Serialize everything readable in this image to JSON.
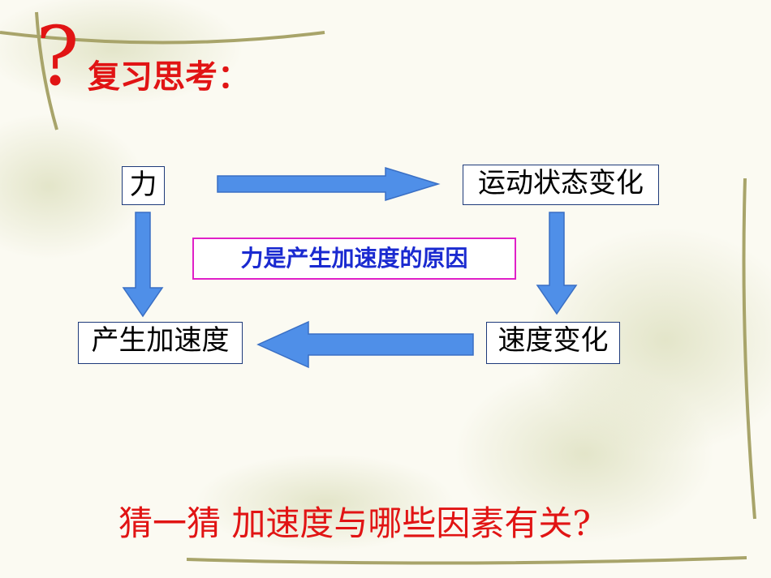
{
  "header": {
    "question_mark": "?",
    "title": "复习思考："
  },
  "diagram": {
    "nodes": {
      "force": "力",
      "motion_change": "运动状态变化",
      "velocity_change": "速度变化",
      "acceleration": "产生加速度"
    },
    "center_label": "力是产生加速度的原因"
  },
  "footer": {
    "question": "猜一猜  加速度与哪些因素有关?"
  },
  "colors": {
    "red": "#e11414",
    "blue_text": "#1a2ad0",
    "arrow_fill": "#4f8fe8",
    "magenta": "#e020c8"
  }
}
